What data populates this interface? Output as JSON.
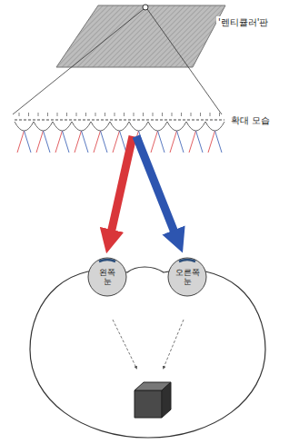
{
  "diagram": {
    "nodes": [
      {
        "text": [
          "왼쪽 눈"
        ]
      },
      {
        "text": [
          "오른쪽 눈"
        ]
      }
    ],
    "labels": [
      "'렌티큘러'판",
      "확대 모습"
    ]
  }
}
